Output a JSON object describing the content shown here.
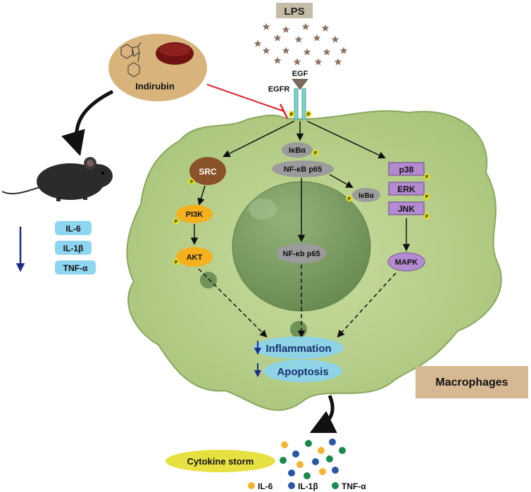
{
  "stimulus": {
    "label": "LPS"
  },
  "receptor": {
    "ligand_label": "EGF",
    "receptor_label": "EGFR"
  },
  "drug": {
    "name": "Indirubin"
  },
  "in_vivo_cytokines": {
    "direction": "down",
    "items": [
      "IL-6",
      "IL-1β",
      "TNF-α"
    ]
  },
  "pathways": {
    "src_branch": [
      "SRC",
      "PI3K",
      "AKT"
    ],
    "nfkb_branch": {
      "inhibitor": "IκBα",
      "complex": "NF-κB p65",
      "released_inhibitor": "IκBα",
      "nuclear": "NF-κb p65"
    },
    "mapk_branch": {
      "kinases": [
        "p38",
        "ERK",
        "JNK"
      ],
      "summary": "MAPK"
    }
  },
  "phospho_mark": "P",
  "outcomes": [
    {
      "label": "Inflammation",
      "direction": "down"
    },
    {
      "label": "Apoptosis",
      "direction": "down"
    }
  ],
  "cell_type": {
    "label": "Macrophages"
  },
  "cytokine_storm": {
    "label": "Cytokine storm",
    "legend": [
      {
        "label": "IL-6",
        "color": "#f2b431"
      },
      {
        "label": "IL-1β",
        "color": "#2a56a8"
      },
      {
        "label": "TNF-α",
        "color": "#178a4c"
      }
    ]
  },
  "colors": {
    "cell": "#b9d08c",
    "nucleus": "#7e9f63",
    "node_gray": "#9b9b9b",
    "src": "#8a5228",
    "pi3k_akt": "#f5b11d",
    "mapk": "#b48ad0",
    "outcome": "#8fd3e6",
    "inhibit": "#e0202a",
    "down_arrow": "#1c2b8c",
    "macrophage_box": "#d6b893",
    "lps_box": "#c4bba8",
    "drug_ellipse": "#d8b47c"
  }
}
